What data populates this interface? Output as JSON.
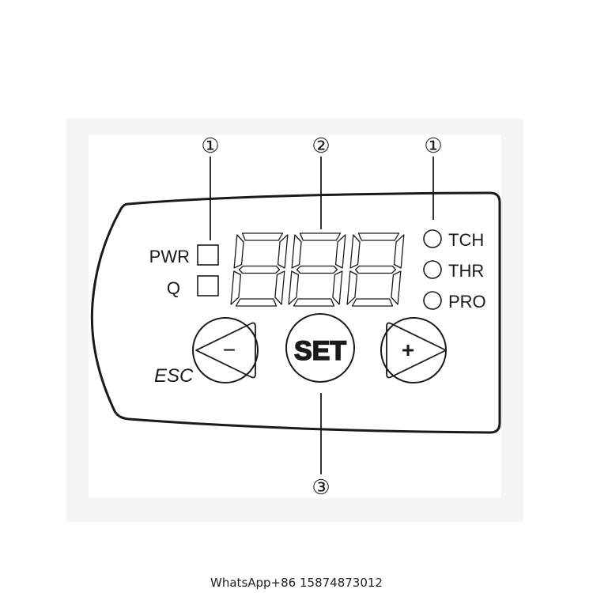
{
  "device": {
    "left_leds": [
      {
        "label": "PWR"
      },
      {
        "label": "Q"
      }
    ],
    "right_leds": [
      {
        "label": "TCH"
      },
      {
        "label": "THR"
      },
      {
        "label": "PRO"
      }
    ],
    "buttons": {
      "minus": {
        "caption": "ESC",
        "symbol": "−"
      },
      "set": {
        "label": "SET"
      },
      "plus": {
        "symbol": "+"
      }
    },
    "display": {
      "digits": 3
    }
  },
  "callouts": {
    "left_leds": "①",
    "display": "②",
    "right_leds": "①",
    "buttons": "③"
  },
  "footer": "WhatsApp+86 15874873012"
}
